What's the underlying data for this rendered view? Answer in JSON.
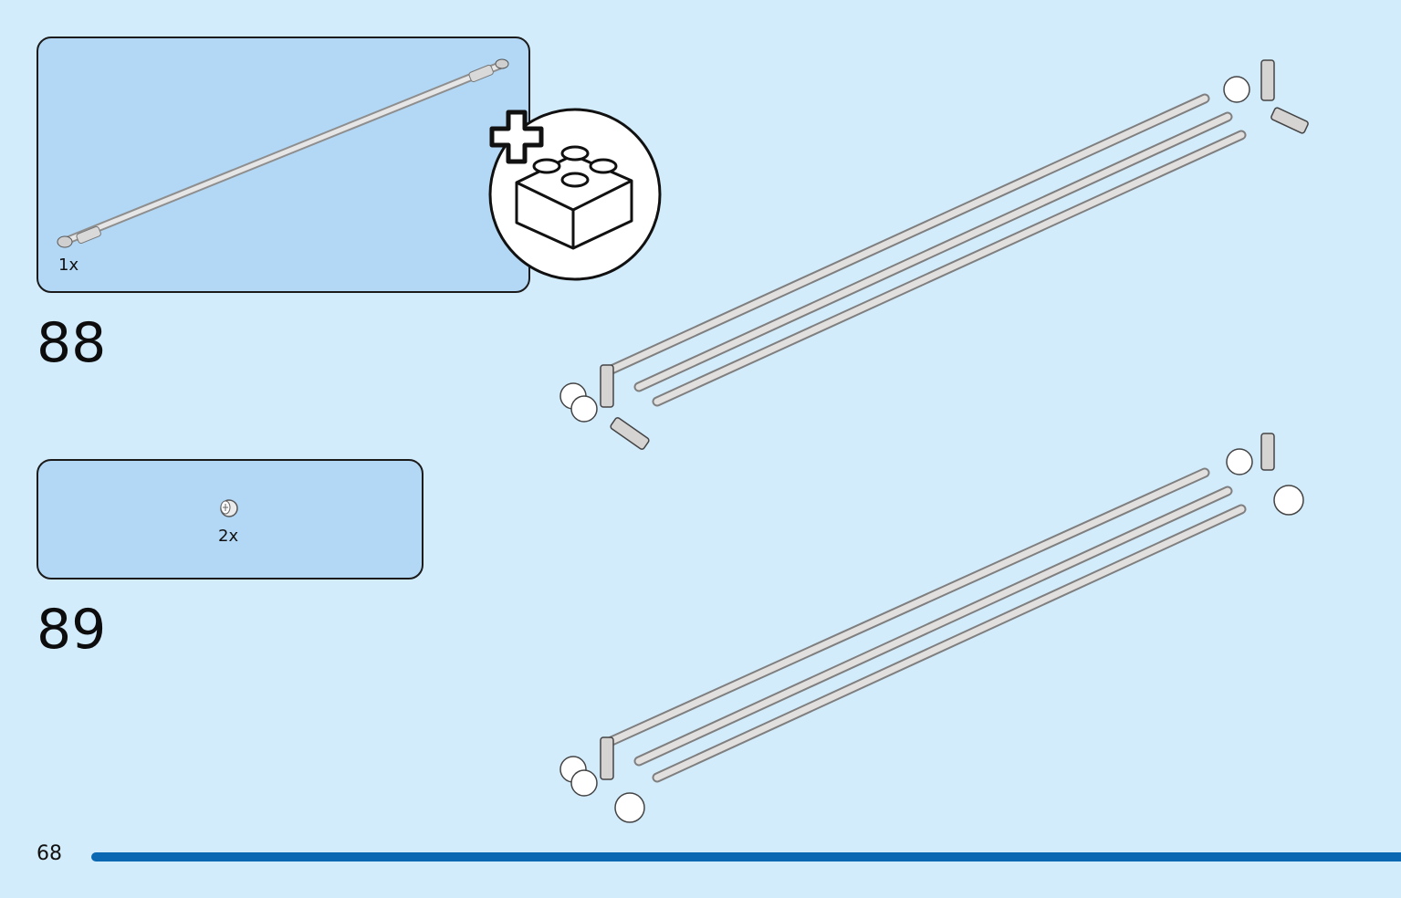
{
  "steps": [
    {
      "number": "88",
      "parts": [
        {
          "name": "long-axle-rod-part",
          "quantity": "1x"
        }
      ],
      "new_submodel_marker": "add-brick-icon"
    },
    {
      "number": "89",
      "parts": [
        {
          "name": "bush-part",
          "quantity": "2x"
        }
      ]
    }
  ],
  "page": {
    "number": "68"
  },
  "colors": {
    "background": "#d3ecfc",
    "callout": "#b3d8f5",
    "accent_bar": "#0a68b3",
    "part_gray": "#bdbdbd"
  }
}
